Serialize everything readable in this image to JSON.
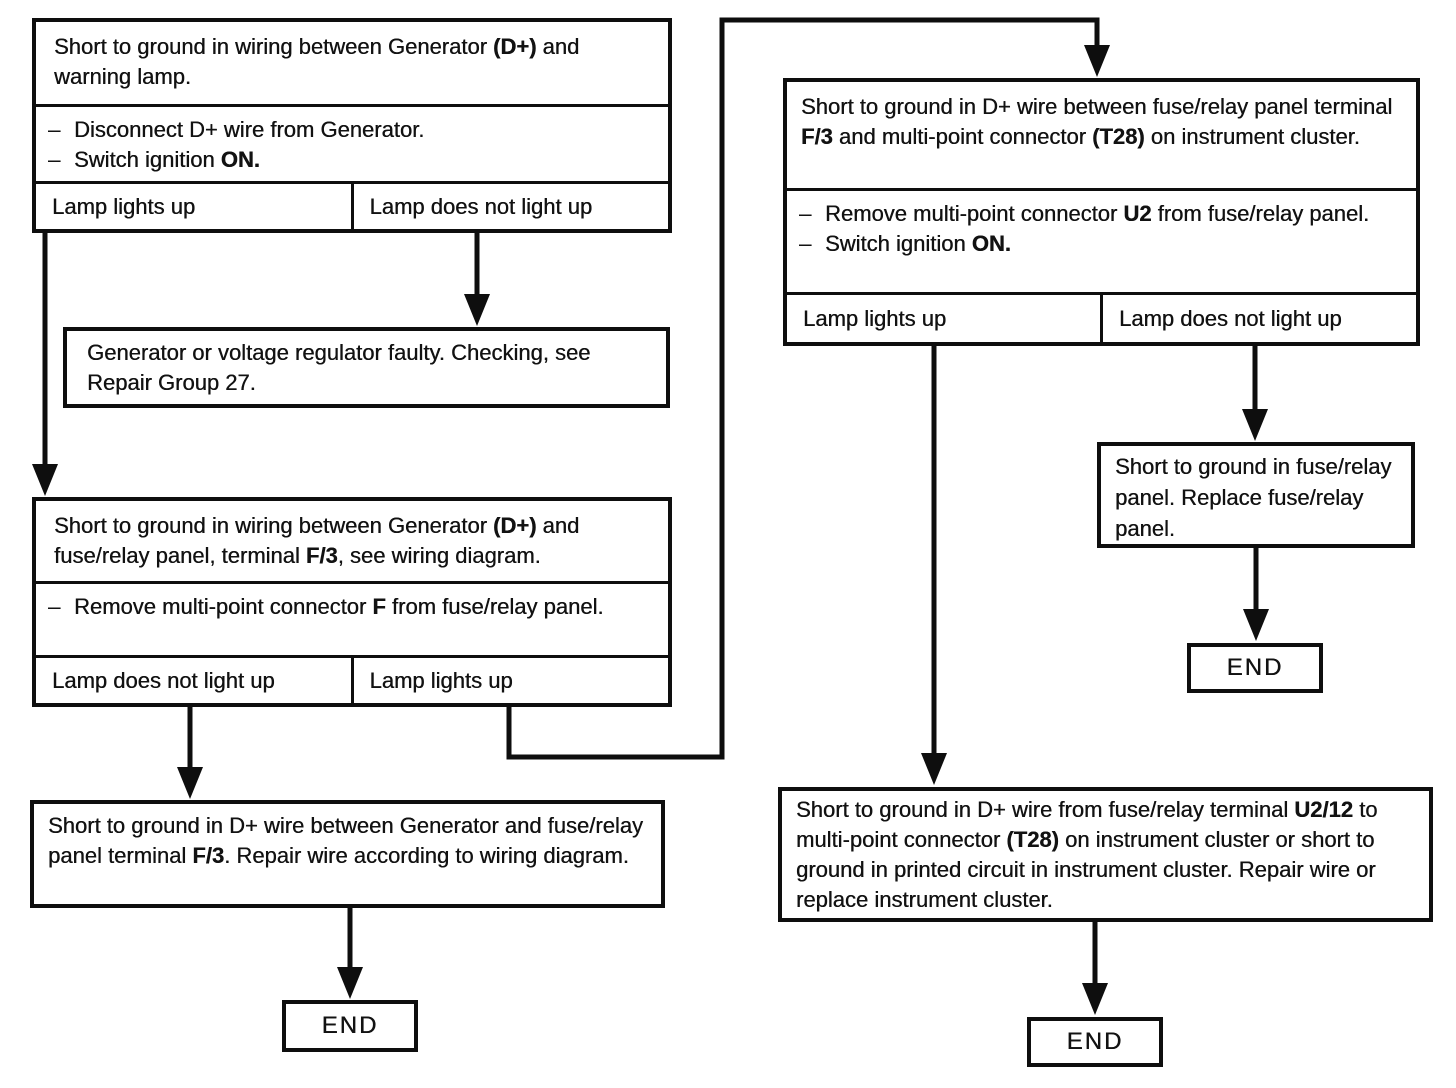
{
  "paper": "#ffffff",
  "ink": "#0e0e0e",
  "nodes": {
    "gen_lamp": {
      "title": [
        {
          "t": "Short to ground in wiring between Generator "
        },
        {
          "t": "(D+)",
          "b": true
        },
        {
          "t": " and warning lamp."
        }
      ],
      "actions": [
        {
          "dash": "–",
          "segments": [
            {
              "t": "Disconnect D+ wire from Generator."
            }
          ]
        },
        {
          "dash": "–",
          "segments": [
            {
              "t": "Switch ignition "
            },
            {
              "t": "ON.",
              "b": true
            }
          ]
        }
      ],
      "outcomes": [
        "Lamp lights up",
        "Lamp does not light up"
      ]
    },
    "regulator": {
      "text": [
        {
          "t": "Generator or voltage regulator faulty. Checking, see Repair Group 27."
        }
      ]
    },
    "gen_fuse": {
      "title": [
        {
          "t": "Short to ground in wiring between Generator "
        },
        {
          "t": "(D+)",
          "b": true
        },
        {
          "t": " and fuse/relay panel, terminal "
        },
        {
          "t": "F/3",
          "b": true
        },
        {
          "t": ", see wiring diagram."
        }
      ],
      "actions": [
        {
          "dash": "–",
          "segments": [
            {
              "t": "Remove multi-point connector "
            },
            {
              "t": "F",
              "b": true
            },
            {
              "t": " from fuse/relay panel."
            }
          ]
        }
      ],
      "outcomes": [
        "Lamp does not light up",
        "Lamp lights up"
      ]
    },
    "repair_left": {
      "text": [
        {
          "t": "Short to ground in D+ wire between Generator and fuse/relay panel terminal "
        },
        {
          "t": "F/3",
          "b": true
        },
        {
          "t": ". Repair wire according to wiring diagram."
        }
      ]
    },
    "fuse_cluster": {
      "title": [
        {
          "t": "Short to ground in D+ wire between fuse/relay panel terminal "
        },
        {
          "t": "F/3",
          "b": true
        },
        {
          "t": " and multi-point connector "
        },
        {
          "t": "(T28)",
          "b": true
        },
        {
          "t": " on instrument cluster."
        }
      ],
      "actions": [
        {
          "dash": "–",
          "segments": [
            {
              "t": "Remove multi-point connector "
            },
            {
              "t": "U2",
              "b": true
            },
            {
              "t": " from fuse/relay panel."
            }
          ]
        },
        {
          "dash": "–",
          "segments": [
            {
              "t": "Switch ignition "
            },
            {
              "t": "ON.",
              "b": true
            }
          ]
        }
      ],
      "outcomes": [
        "Lamp lights up",
        "Lamp does not light up"
      ]
    },
    "fuse_panel": {
      "text": [
        {
          "t": "Short to ground in fuse/relay panel. Replace fuse/relay panel."
        }
      ]
    },
    "repair_right": {
      "text": [
        {
          "t": "Short to ground in D+ wire from fuse/relay terminal "
        },
        {
          "t": "U2/12",
          "b": true
        },
        {
          "t": " to multi-point connector "
        },
        {
          "t": "(T28)",
          "b": true
        },
        {
          "t": " on instrument cluster or short to ground in printed circuit in instrument cluster. Repair wire or replace instrument cluster."
        }
      ]
    },
    "ends": [
      "END",
      "END",
      "END"
    ]
  }
}
